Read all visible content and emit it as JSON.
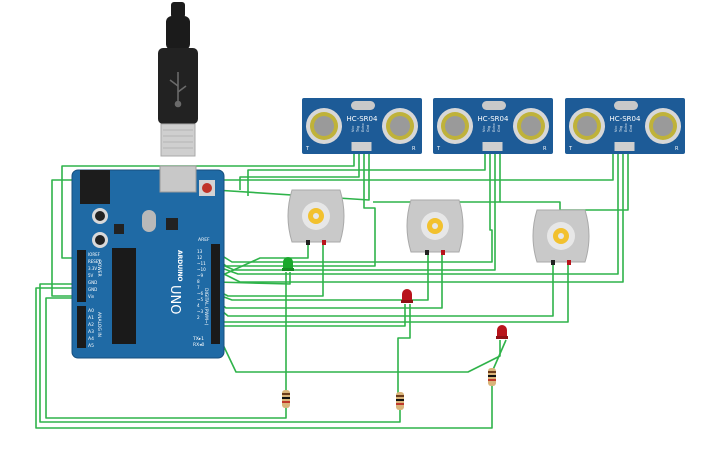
{
  "board": {
    "brand": "ARDUINO",
    "model": "UNO",
    "tm": "TM",
    "power_label": "POWER",
    "analog_label": "ANALOG IN",
    "digital_label": "DIGITAL (PWM~)",
    "tx_label": "TX",
    "rx_label": "RX",
    "tx_pin": "TX▸1",
    "rx_pin": "RX◂0",
    "aref": "AREF",
    "gnd": "GND",
    "digital_pins": [
      "13",
      "12",
      "~11",
      "~10",
      "~9",
      "8",
      "7",
      "~6",
      "~5",
      "4",
      "~3",
      "2"
    ],
    "power_pins": [
      "IOREF",
      "RESET",
      "3.3V",
      "5V",
      "GND",
      "GND",
      "Vin"
    ],
    "analog_pins": [
      "A0",
      "A1",
      "A2",
      "A3",
      "A4",
      "A5"
    ]
  },
  "sensors": [
    {
      "label": "HC-SR04",
      "pins": [
        "Vcc",
        "Trig",
        "Echo",
        "Gnd"
      ],
      "left_mark": "T",
      "right_mark": "R"
    },
    {
      "label": "HC-SR04",
      "pins": [
        "Vcc",
        "Trig",
        "Echo",
        "Gnd"
      ],
      "left_mark": "T",
      "right_mark": "R"
    },
    {
      "label": "HC-SR04",
      "pins": [
        "Vcc",
        "Trig",
        "Echo",
        "Gnd"
      ],
      "left_mark": "T",
      "right_mark": "R"
    }
  ],
  "colors": {
    "wire": "#2fb34a",
    "board": "#1f6aa5",
    "sensor": "#1d5b97",
    "led_green": "#1aa82c",
    "led_red": "#b8141b",
    "motor_body": "#c9c9c9",
    "gear": "#f2c12e"
  }
}
